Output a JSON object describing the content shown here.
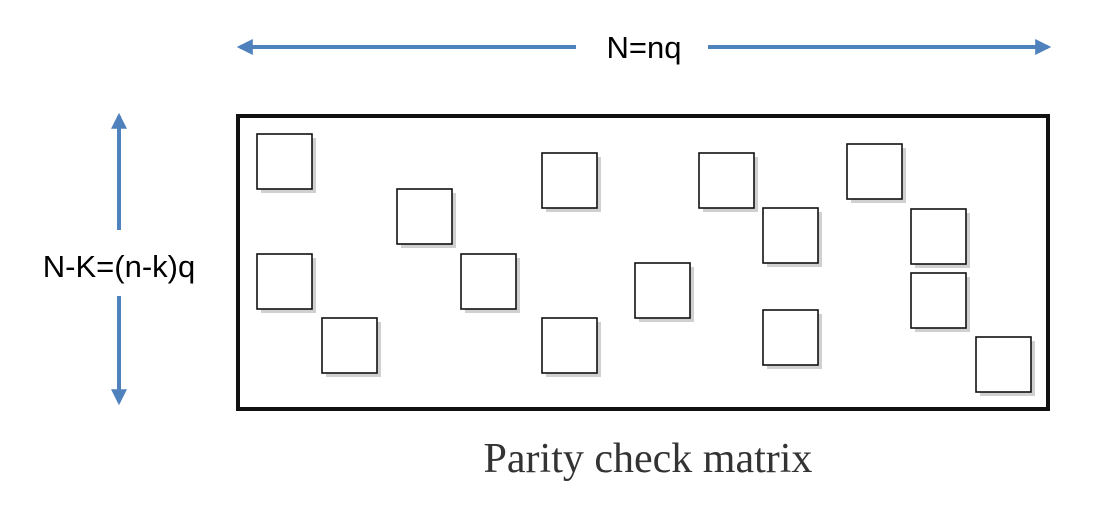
{
  "width_label": "N=nq",
  "height_label": "N-K=(n-k)q",
  "caption": "Parity check matrix",
  "colors": {
    "arrow": "#4f81bd",
    "frame": "#111111",
    "shadow": "#d0d0d0"
  }
}
